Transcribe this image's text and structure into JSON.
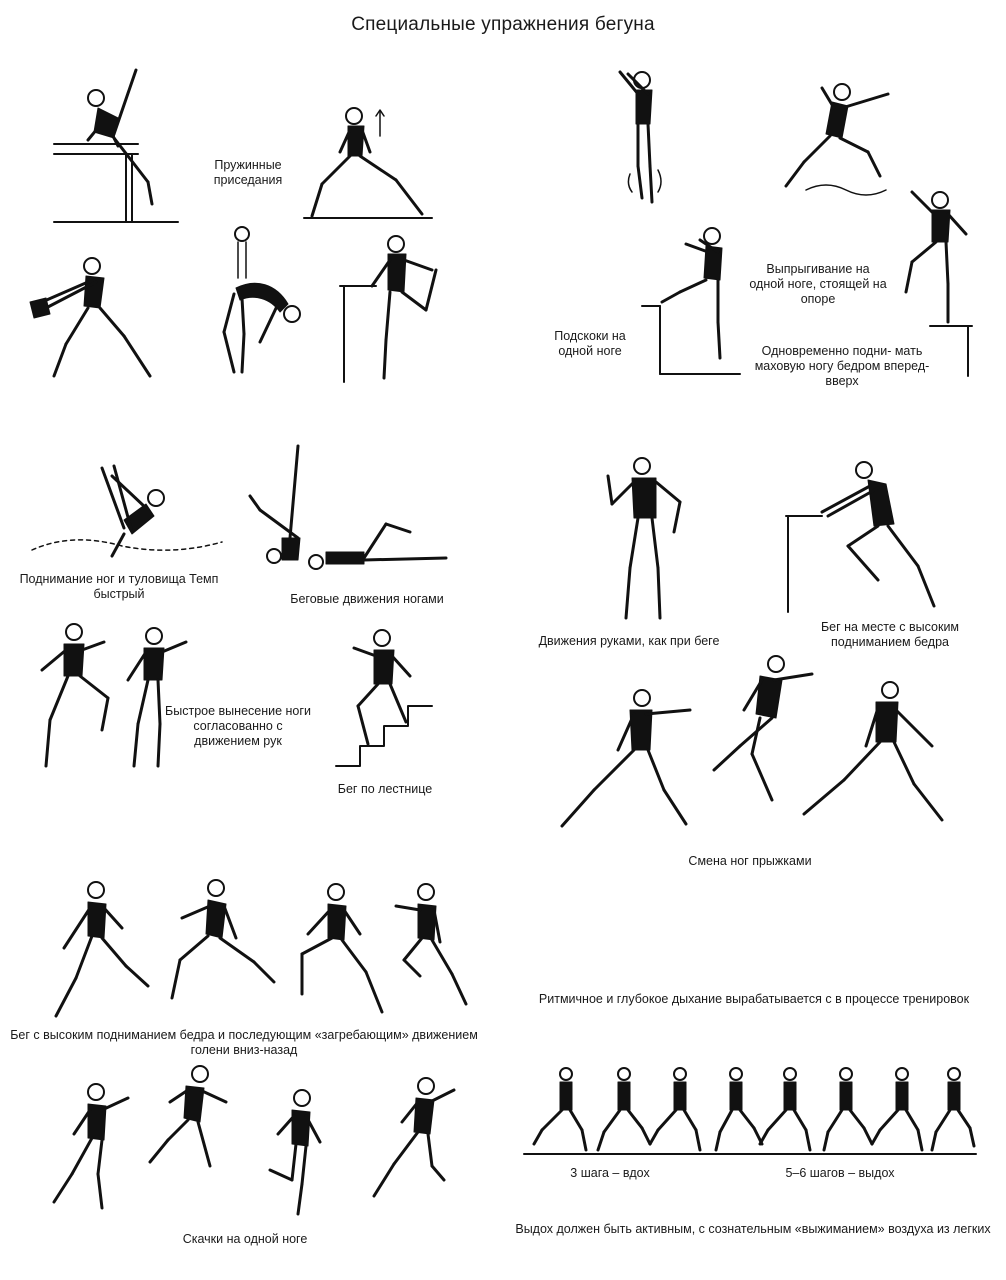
{
  "title": "Специальные упражнения бегуна",
  "captions": {
    "springy_squats": "Пружинные приседания",
    "one_leg_jumps": "Подскоки на одной ноге",
    "jump_out": "Выпрыгивание на одной ноге, стоящей на опоре",
    "simultaneous": "Одновременно подни- мать маховую ногу бедром вперед-вверх",
    "legs_torso": "Поднимание ног и туловища Темп быстрый",
    "running_leg_moves": "Беговые движения ногами",
    "arm_moves": "Движения руками, как при беге",
    "high_knees_place": "Бег на месте с высоким подниманием бедра",
    "quick_leg": "Быстрое вынесение ноги согласованно с движением рук",
    "stairs": "Бег по лестнице",
    "leg_switch": "Смена ног прыжками",
    "high_knees_run": "Бег с высоким подниманием бедра и последующим «загребающим» движением голени вниз-назад",
    "rhythmic": "Ритмичное и глубокое дыхание вырабатывается с в процессе тренировок",
    "one_leg_hops": "Скачки на одной ноге",
    "inhale": "3 шага – вдох",
    "exhale": "5–6 шагов – выдох",
    "exhale_note": "Выдох должен быть активным, с сознательным «выжиманием» воздуха из легких"
  }
}
